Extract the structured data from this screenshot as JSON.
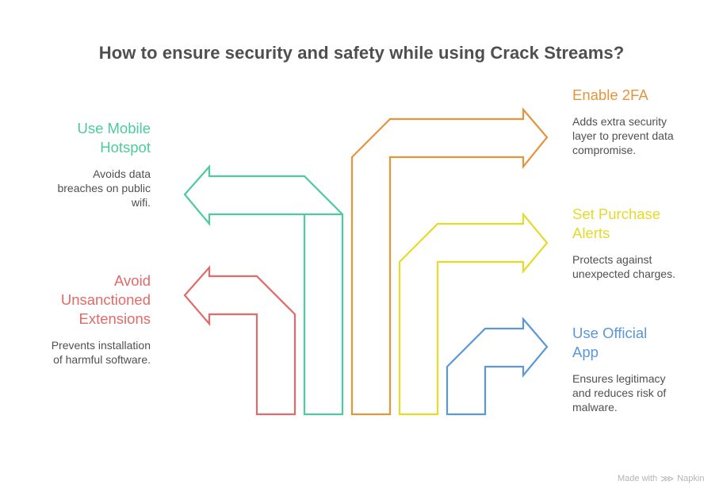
{
  "title": "How to ensure security and safety while using Crack Streams?",
  "items": [
    {
      "id": "mobile-hotspot",
      "heading": "Use Mobile Hotspot",
      "heading_lines": [
        "Use Mobile",
        "Hotspot"
      ],
      "description_lines": [
        "Avoids data",
        "breaches on public",
        "wifi."
      ],
      "color": "#4dcb9c",
      "direction": "left"
    },
    {
      "id": "unsanctioned-extensions",
      "heading": "Avoid Unsanctioned Extensions",
      "heading_lines": [
        "Avoid",
        "Unsanctioned",
        "Extensions"
      ],
      "description_lines": [
        "Prevents installation",
        "of harmful software."
      ],
      "color": "#e06b68",
      "direction": "left"
    },
    {
      "id": "enable-2fa",
      "heading": "Enable 2FA",
      "heading_lines": [
        "Enable 2FA"
      ],
      "description_lines": [
        "Adds extra security",
        "layer to prevent data",
        "compromise."
      ],
      "color": "#e3953e",
      "direction": "right"
    },
    {
      "id": "purchase-alerts",
      "heading": "Set Purchase Alerts",
      "heading_lines": [
        "Set Purchase",
        "Alerts"
      ],
      "description_lines": [
        "Protects against",
        "unexpected charges."
      ],
      "color": "#e6d92a",
      "direction": "right"
    },
    {
      "id": "official-app",
      "heading": "Use Official App",
      "heading_lines": [
        "Use Official",
        "App"
      ],
      "description_lines": [
        "Ensures legitimacy",
        "and reduces risk of",
        "malware."
      ],
      "color": "#5b97d9",
      "direction": "right"
    }
  ],
  "footer": {
    "made_with": "Made with",
    "brand": "Napkin",
    "logo_icon": "napkin-logo-icon"
  }
}
